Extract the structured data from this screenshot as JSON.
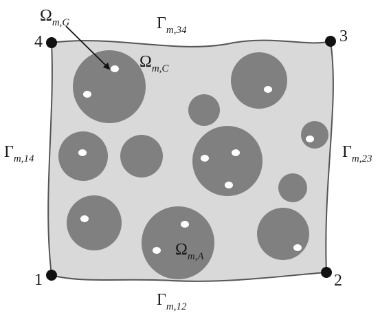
{
  "labels": {
    "omega_g": {
      "symbol": "Ω",
      "sub": "m,G"
    },
    "omega_c": {
      "symbol": "Ω",
      "sub": "m,C"
    },
    "omega_a": {
      "symbol": "Ω",
      "sub": "m,A"
    },
    "gamma_34": {
      "symbol": "Γ",
      "sub": "m,34"
    },
    "gamma_14": {
      "symbol": "Γ",
      "sub": "m,14"
    },
    "gamma_23": {
      "symbol": "Γ",
      "sub": "m,23"
    },
    "gamma_12": {
      "symbol": "Γ",
      "sub": "m,12"
    }
  },
  "corners": {
    "c1": "1",
    "c2": "2",
    "c3": "3",
    "c4": "4"
  },
  "colors": {
    "domain_fill": "#d9d9d9",
    "domain_stroke": "#555555",
    "inclusion": "#808080",
    "pore": "#ffffff",
    "node": "#111111"
  }
}
